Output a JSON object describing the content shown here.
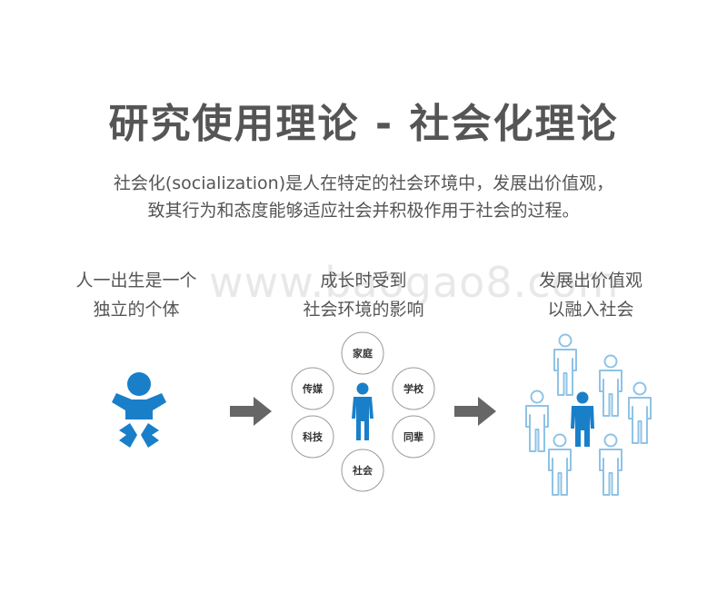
{
  "title": "研究使用理论 - 社会化理论",
  "description": {
    "line1": "社会化(socialization)是人在特定的社会环境中，发展出价值观，",
    "line2": "致其行为和态度能够适应社会并积极作用于社会的过程。"
  },
  "stages": [
    {
      "line1": "人一出生是一个",
      "line2": "独立的个体"
    },
    {
      "line1": "成长时受到",
      "line2": "社会环境的影响"
    },
    {
      "line1": "发展出价值观",
      "line2": "以融入社会"
    }
  ],
  "influences": [
    "家庭",
    "学校",
    "同辈",
    "社会",
    "科技",
    "传媒"
  ],
  "watermark": "www.baogao8.com",
  "colors": {
    "accent_blue": "#1a7fc9",
    "light_blue_outline": "#8fc3e6",
    "arrow_gray": "#666666",
    "title_gray": "#555555"
  },
  "icons": [
    "baby-icon",
    "person-icon",
    "arrow-right-icon",
    "crowd-icon"
  ]
}
